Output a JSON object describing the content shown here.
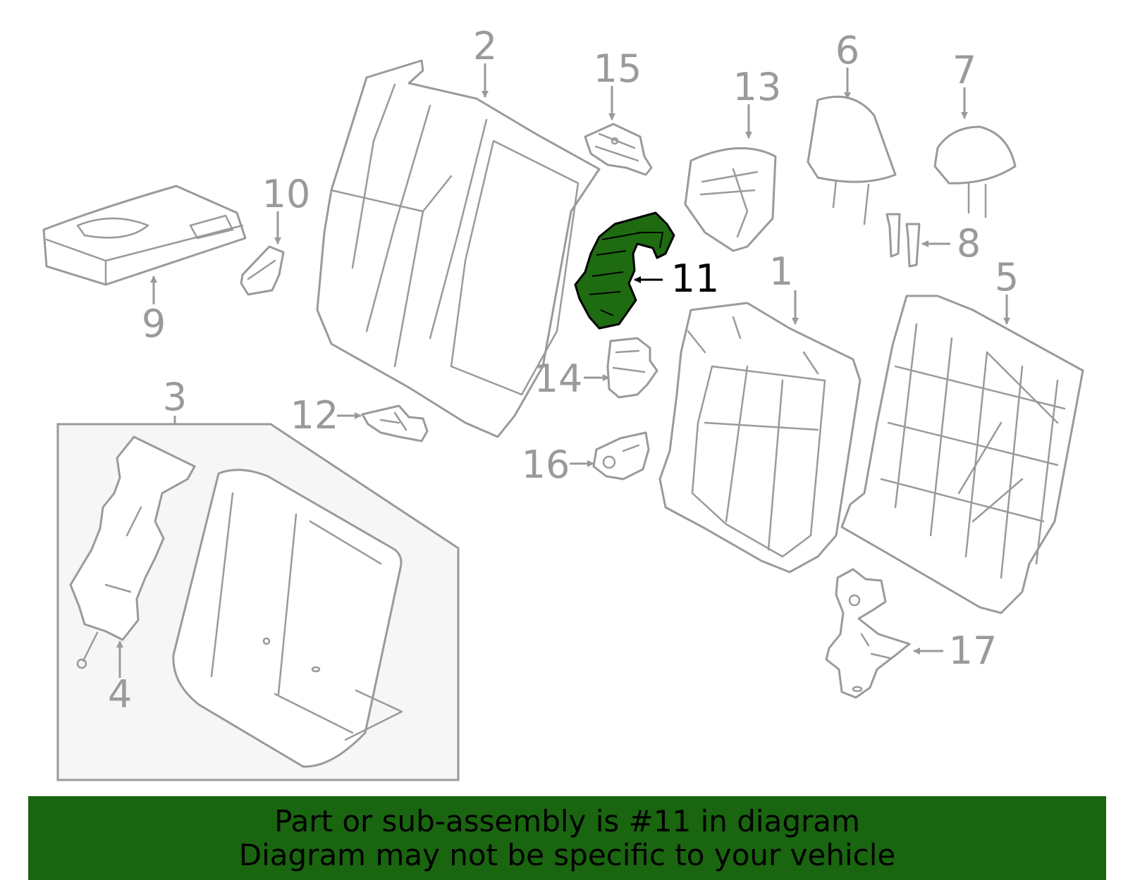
{
  "callouts": {
    "c1": "1",
    "c2": "2",
    "c3": "3",
    "c4": "4",
    "c5": "5",
    "c6": "6",
    "c7": "7",
    "c8": "8",
    "c9": "9",
    "c10": "10",
    "c11": "11",
    "c12": "12",
    "c13": "13",
    "c14": "14",
    "c15": "15",
    "c16": "16",
    "c17": "17"
  },
  "highlight": {
    "part": "11",
    "color": "#1e6b12"
  },
  "colors": {
    "line": "#9a9a9a",
    "banner": "#1a6510",
    "inset_fill": "#f6f6f6"
  },
  "banner": {
    "line1": "Part or sub-assembly is #11 in diagram",
    "line2": "Diagram may not be specific to your vehicle"
  }
}
